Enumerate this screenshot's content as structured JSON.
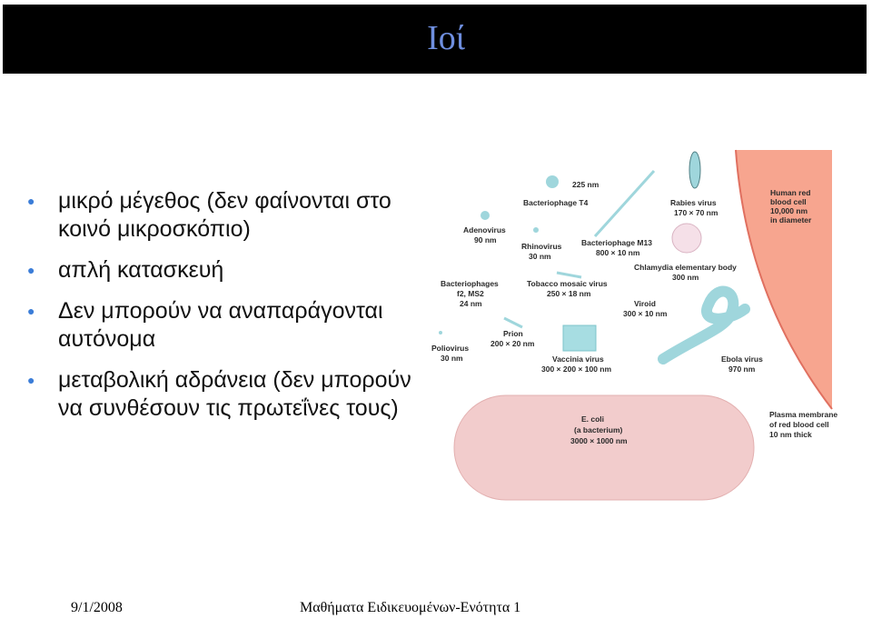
{
  "slide": {
    "title": "Ιοί",
    "bullets": [
      "μικρό μέγεθος (δεν φαίνονται στο κοινό μικροσκόπιο)",
      "απλή κατασκευή",
      "Δεν μπορούν να αναπαράγονται αυτόνομα",
      "μεταβολική αδράνεια (δεν μπορούν να συνθέσουν τις πρωτεΐνες τους)"
    ],
    "bullet_color": "#3b7dd8",
    "title_color": "#6f8fe0",
    "title_bar_color": "#000000"
  },
  "figure": {
    "labels": {
      "bacteriophage_t4": "Bacteriophage T4",
      "t4_size": "225 nm",
      "adenovirus": "Adenovirus",
      "adenovirus_size": "90 nm",
      "rhinovirus": "Rhinovirus",
      "rhinovirus_size": "30 nm",
      "bacteriophage_m13": "Bacteriophage M13",
      "m13_size": "800 × 10 nm",
      "rabies": "Rabies virus",
      "rabies_size": "170 × 70 nm",
      "chlamydia": "Chlamydia elementary body",
      "chlamydia_size": "300 nm",
      "human_rbc_1": "Human red",
      "human_rbc_2": "blood cell",
      "human_rbc_3": "10,000 nm",
      "human_rbc_4": "in diameter",
      "bacteriophages_f2": "Bacteriophages",
      "f2_ms2": "f2, MS2",
      "f2_size": "24 nm",
      "tmv": "Tobacco mosaic virus",
      "tmv_size": "250 × 18 nm",
      "viroid": "Viroid",
      "viroid_size": "300 × 10 nm",
      "prion": "Prion",
      "prion_size": "200 × 20 nm",
      "poliovirus": "Poliovirus",
      "poliovirus_size": "30 nm",
      "vaccinia": "Vaccinia virus",
      "vaccinia_size": "300 × 200 × 100 nm",
      "ebola": "Ebola virus",
      "ebola_size": "970 nm",
      "ecoli_1": "E. coli",
      "ecoli_2": "(a bacterium)",
      "ecoli_3": "3000 × 1000 nm",
      "membrane_1": "Plasma membrane",
      "membrane_2": "of red blood cell",
      "membrane_3": "10 nm thick"
    }
  },
  "footer": {
    "date": "9/1/2008",
    "course": "Μαθήματα Ειδικευομένων-Ενότητα 1"
  }
}
